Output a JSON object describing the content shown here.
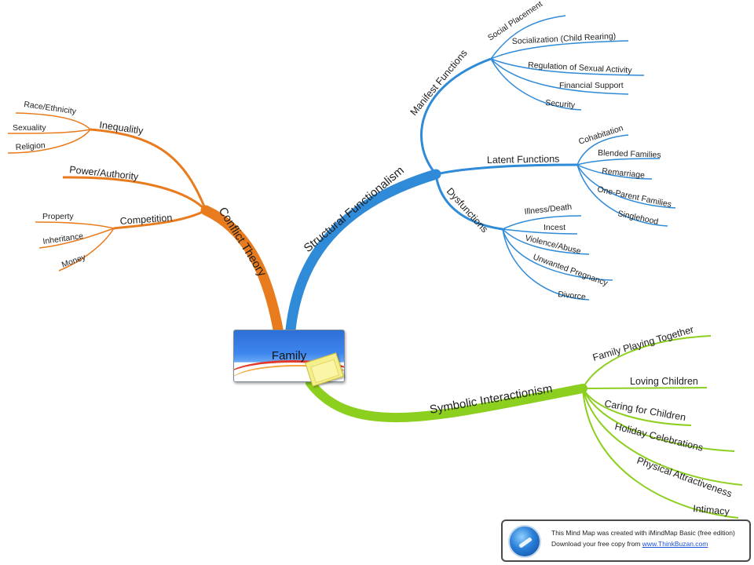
{
  "colors": {
    "conflict": "#e97b1f",
    "structural": "#2f8ad8",
    "symbolic": "#8ccf1e"
  },
  "central": {
    "title": "Family",
    "icon": "sticky-note-icon"
  },
  "conflict": {
    "title": "Conflict Theory",
    "inequality": {
      "title": "Inequalitly",
      "items": [
        "Race/Ethnicity",
        "Sexuality",
        "Religion"
      ]
    },
    "power": {
      "title": "Power/Authority"
    },
    "competition": {
      "title": "Competition",
      "items": [
        "Property",
        "Inheritance",
        "Money"
      ]
    }
  },
  "structural": {
    "title": "Structural Functionalism",
    "manifest": {
      "title": "Manifest Functions",
      "items": [
        "Social Placement",
        "Socialization (Child Rearing)",
        "Regulation of Sexual Activity",
        "Financial Support",
        "Security"
      ]
    },
    "latent": {
      "title": "Latent Functions",
      "items": [
        "Cohabitation",
        "Blended Families",
        "Remarriage",
        "One-Parent Families",
        "Singlehood"
      ]
    },
    "dysfunctions": {
      "title": "Dysfunctions",
      "items": [
        "Illness/Death",
        "Incest",
        "Violence/Abuse",
        "Unwanted Pregnancy",
        "Divorce"
      ]
    }
  },
  "symbolic": {
    "title": "Symbolic Interactionism",
    "items": [
      "Family Playing Together",
      "Loving Children",
      "Caring for Children",
      "Holiday Celebrations",
      "Physical Attractiveness",
      "Intimacy"
    ]
  },
  "credit": {
    "line1": "This Mind Map was created with iMindMap Basic (free edition)",
    "line2_prefix": "Download your free copy from ",
    "link": "www.ThinkBuzan.com"
  }
}
